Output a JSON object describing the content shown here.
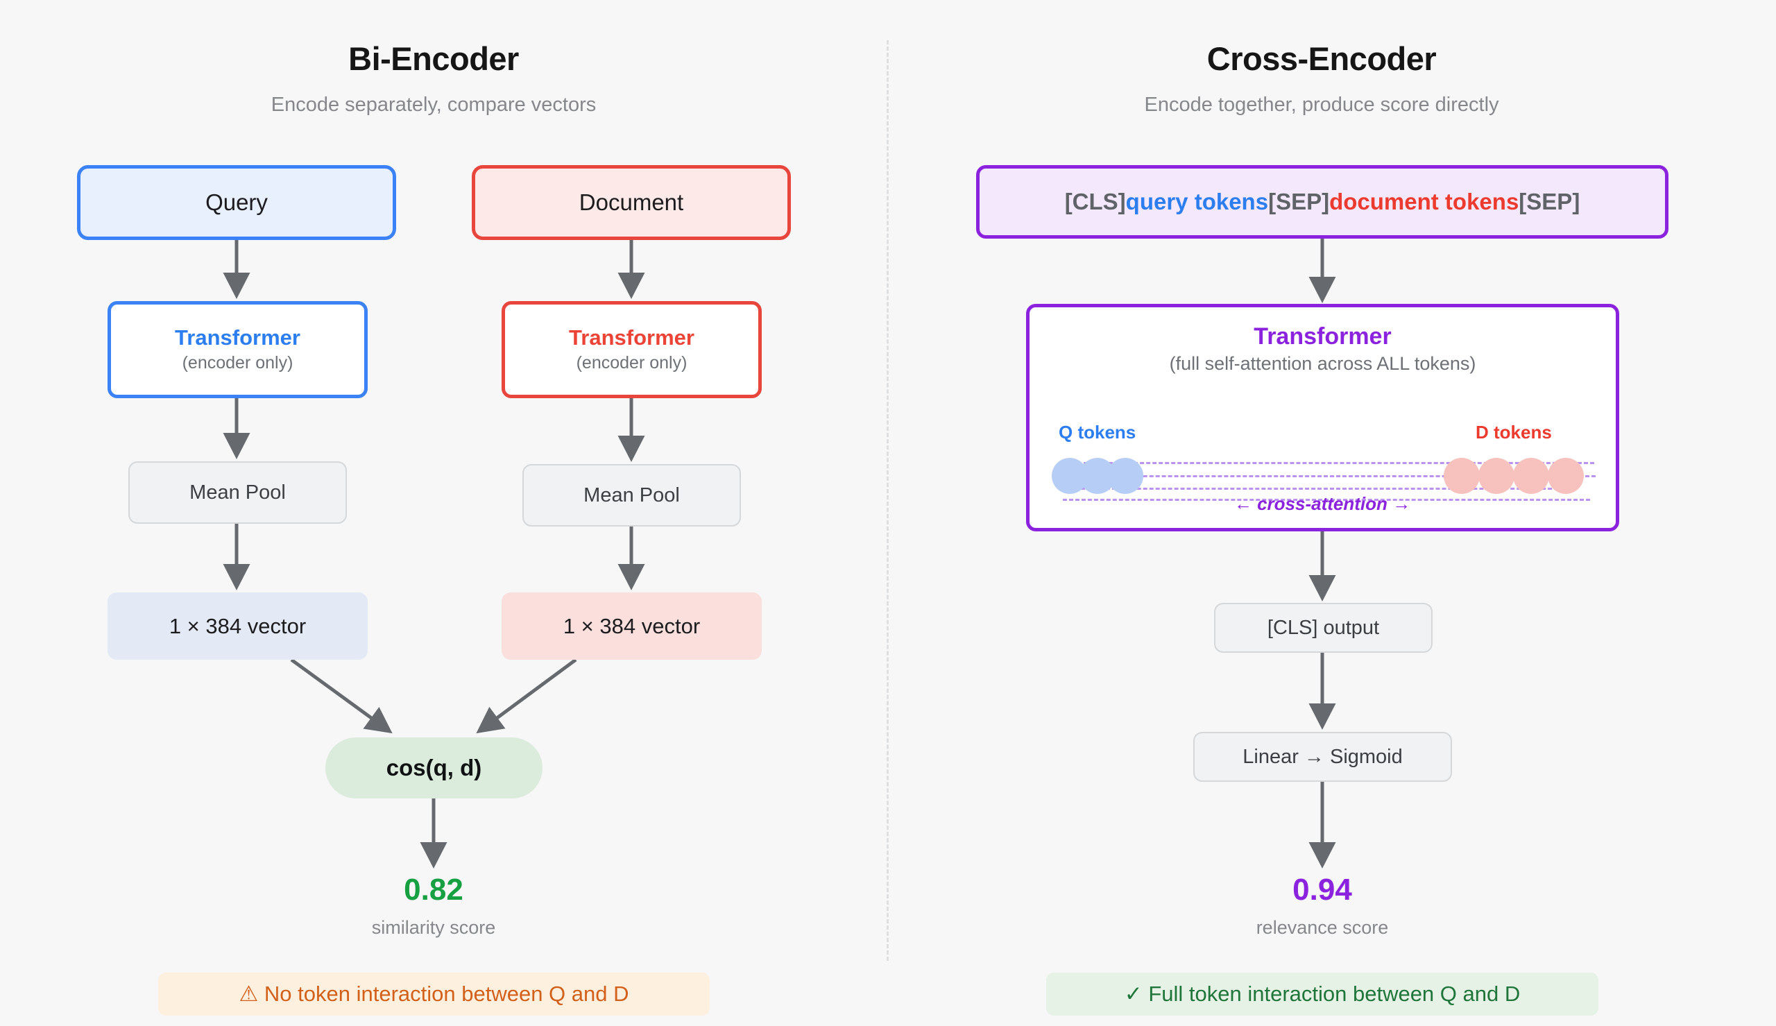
{
  "left": {
    "title": "Bi-Encoder",
    "subtitle": "Encode separately, compare vectors",
    "query_box": "Query",
    "document_box": "Document",
    "query_transformer": {
      "title": "Transformer",
      "sub": "(encoder only)"
    },
    "document_transformer": {
      "title": "Transformer",
      "sub": "(encoder only)"
    },
    "query_pool": "Mean Pool",
    "document_pool": "Mean Pool",
    "query_vector": "1 × 384 vector",
    "document_vector": "1 × 384 vector",
    "similarity_op": "cos(q, d)",
    "score_value": "0.82",
    "score_label": "similarity score",
    "footer": "⚠ No token interaction between Q and D"
  },
  "right": {
    "title": "Cross-Encoder",
    "subtitle": "Encode together, produce score directly",
    "token_bar": {
      "cls_open": "[CLS]",
      "query_tokens": "query tokens",
      "sep_mid": "[SEP]",
      "document_tokens": "document tokens",
      "sep_end": "[SEP]"
    },
    "transformer": {
      "title": "Transformer",
      "sub": "(full self-attention across ALL tokens)"
    },
    "attention": {
      "q_label": "Q tokens",
      "d_label": "D tokens",
      "cross_label": "← cross-attention →",
      "q_token_count": 3,
      "d_token_count": 4
    },
    "cls_output": "[CLS] output",
    "head": "Linear → Sigmoid",
    "score_value": "0.94",
    "score_label": "relevance score",
    "footer": "✓ Full token interaction between Q and D"
  },
  "colors": {
    "query_blue": "#3b82f6",
    "document_red": "#e8453c",
    "cross_purple": "#8b22dd",
    "score_green": "#17a042",
    "arrow_gray": "#666a6e",
    "background": "#f7f7f8"
  }
}
